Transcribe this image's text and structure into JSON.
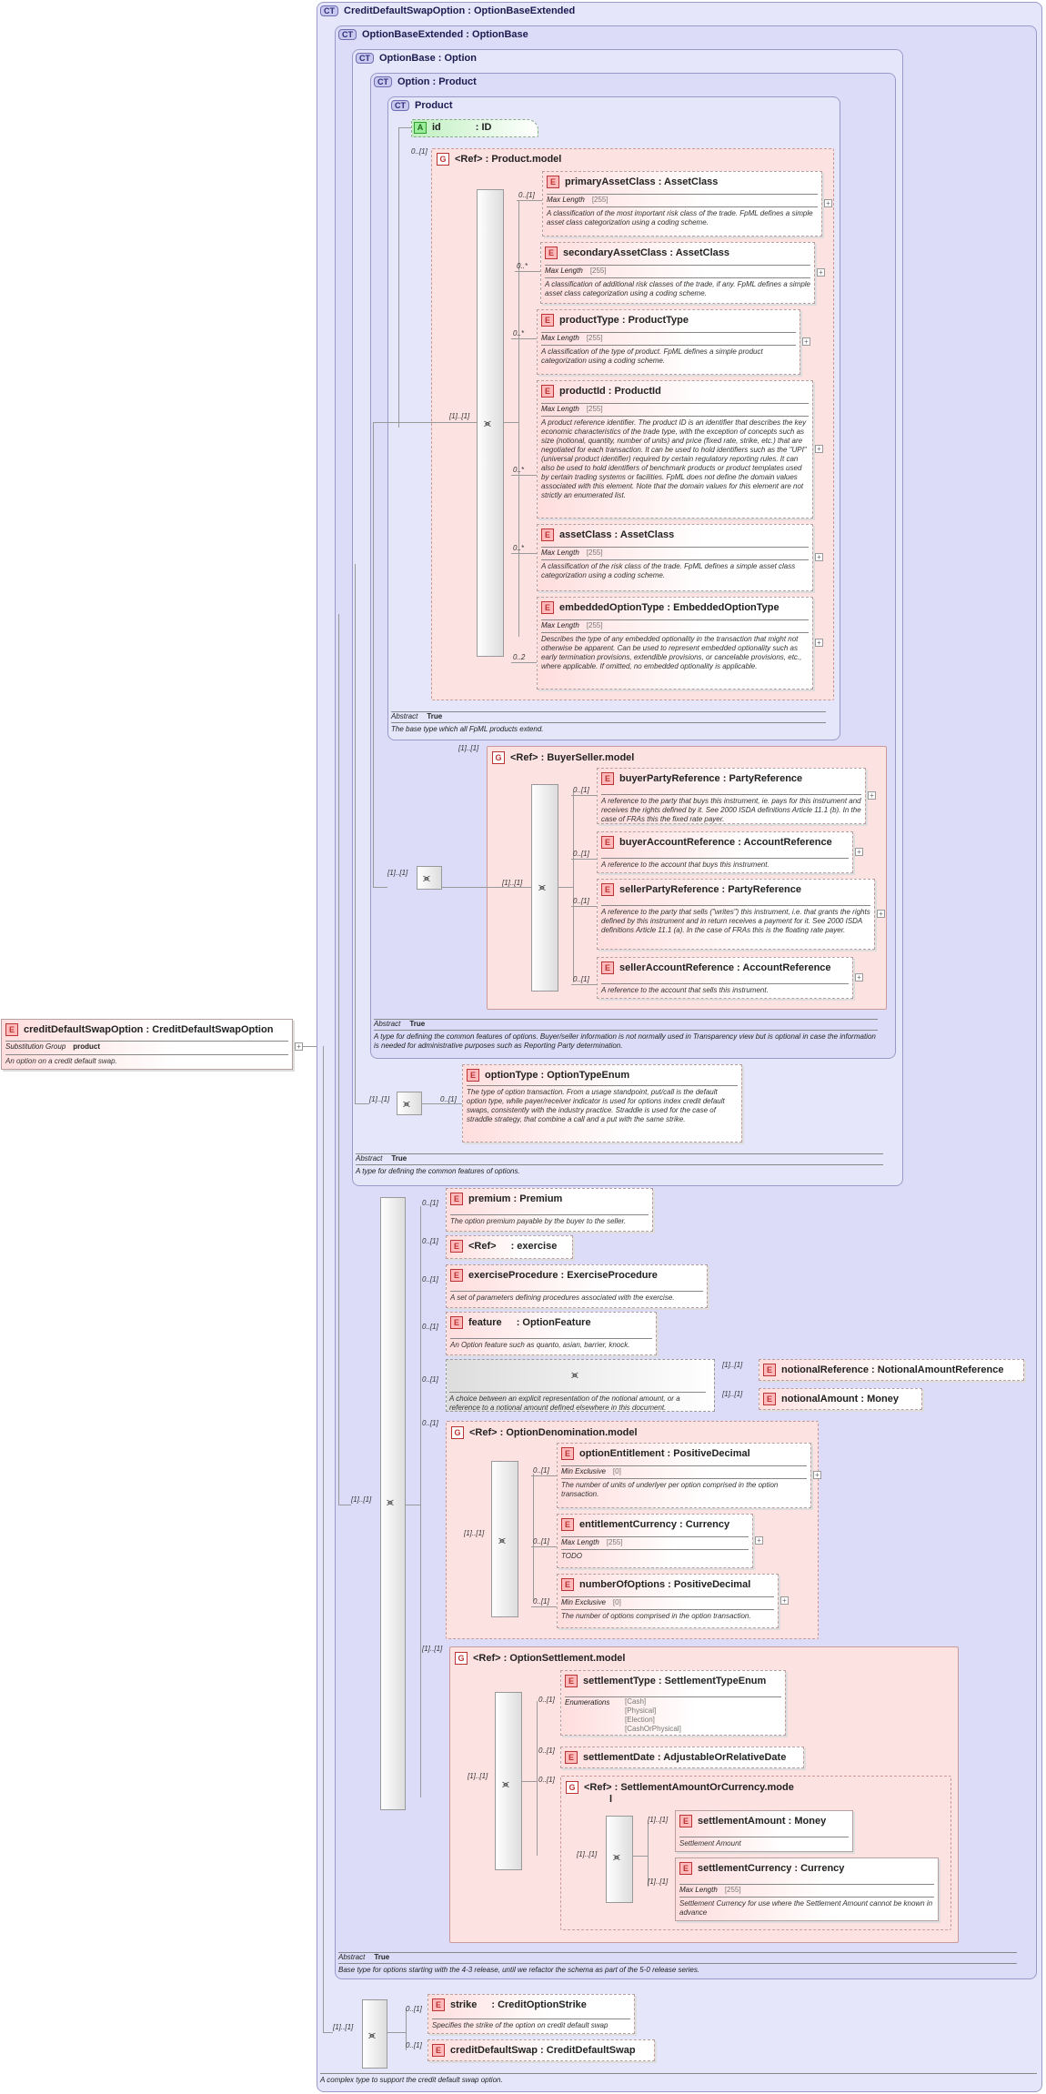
{
  "root": {
    "name": "creditDefaultSwapOption",
    "type": "CreditDefaultSwapOption",
    "prop": "Substitution Group",
    "prop_val": "product",
    "desc": "An option on a credit default swap."
  },
  "ct1": {
    "badge": "CT",
    "title": "CreditDefaultSwapOption : OptionBaseExtended",
    "desc": "A complex type to support the credit default swap option."
  },
  "ct2": {
    "badge": "CT",
    "title": "OptionBaseExtended : OptionBase",
    "abstract_label": "Abstract",
    "abstract_val": "True",
    "desc": "Base type for options starting with the 4-3 release, until we refactor the schema as part of the 5-0 release series."
  },
  "ct3": {
    "badge": "CT",
    "title": "OptionBase : Option",
    "abstract_label": "Abstract",
    "abstract_val": "True",
    "desc": "A type for defining the common features of options."
  },
  "ct4": {
    "badge": "CT",
    "title": "Option    : Product",
    "abstract_label": "Abstract",
    "abstract_val": "True",
    "desc": "A type for defining the common features of options. Buyer/seller information is not normally used in Transparency view but is optional in case the information is needed for administrative purposes such as Reporting Party determination."
  },
  "ct5": {
    "badge": "CT",
    "title": "Product",
    "abstract_label": "Abstract",
    "abstract_val": "True",
    "desc": "The base type which all FpML products extend."
  },
  "attr_id": {
    "badge": "A",
    "name": "id",
    "type": ": ID"
  },
  "badges": {
    "element": "E",
    "group": "G"
  },
  "occ": {
    "o01": "0..[1]",
    "o0n": "0..*",
    "o02": "0..2",
    "o11": "[1]..[1]",
    "o1": "[1]..[1]"
  },
  "product_model": {
    "title": "<Ref>     : Product.model",
    "items": [
      {
        "name": "primaryAssetClass",
        "type": "AssetClass",
        "prop": "Max Length",
        "val": "[255]",
        "desc": "A classification of the most important risk class of the trade. FpML defines a simple asset class categorization using a coding scheme."
      },
      {
        "name": "secondaryAssetClass",
        "type": "AssetClass",
        "prop": "Max Length",
        "val": "[255]",
        "desc": "A classification of additional risk classes of the trade, if any. FpML defines a simple asset class categorization using a coding scheme."
      },
      {
        "name": "productType",
        "type": "ProductType",
        "prop": "Max Length",
        "val": "[255]",
        "desc": "A classification of the type of product. FpML defines a simple product categorization using a coding scheme."
      },
      {
        "name": "productId",
        "type": "ProductId",
        "prop": "Max Length",
        "val": "[255]",
        "desc": "A product reference identifier. The product ID is an identifier that describes the key economic characteristics of the trade type, with the exception of concepts such as size (notional, quantity, number of units) and price (fixed rate, strike, etc.) that are negotiated for each transaction. It can be used to hold identifiers such as the \"UPI\" (universal product identifier) required by certain regulatory reporting rules. It can also be used to hold identifiers of benchmark products or product templates used by certain trading systems or facilities. FpML does not define the domain values associated with this element. Note that the domain values for this element are not strictly an enumerated list."
      },
      {
        "name": "assetClass",
        "type": "AssetClass",
        "prop": "Max Length",
        "val": "[255]",
        "desc": "A classification of the risk class of the trade. FpML defines a simple asset class categorization using a coding scheme."
      },
      {
        "name": "embeddedOptionType",
        "type": "EmbeddedOptionType",
        "prop": "Max Length",
        "val": "[255]",
        "desc": "Describes the type of any embedded optionality in the transaction that might not otherwise be apparent. Can be used to represent embedded optionality such as early termination provisions, extendible provisions, or cancelable provisions, etc., where applicable. If omitted, no embedded optionality is applicable."
      }
    ]
  },
  "buyer_model": {
    "title": "<Ref>     : BuyerSeller.model",
    "items": [
      {
        "name": "buyerPartyReference",
        "type": "PartyReference",
        "desc": "A reference to the party that buys this instrument, ie. pays for this instrument and receives the rights defined by it. See 2000 ISDA definitions Article 11.1 (b). In the case of FRAs this the fixed rate payer."
      },
      {
        "name": "buyerAccountReference",
        "type": "AccountReference",
        "desc": "A reference to the account that buys this instrument."
      },
      {
        "name": "sellerPartyReference",
        "type": "PartyReference",
        "desc": "A reference to the party that sells (\"writes\") this instrument, i.e. that grants the rights defined by this instrument and in return receives a payment for it. See 2000 ISDA definitions Article 11.1 (a). In the case of FRAs this is the floating rate payer."
      },
      {
        "name": "sellerAccountReference",
        "type": "AccountReference",
        "desc": "A reference to the account that sells this instrument."
      }
    ]
  },
  "optionType": {
    "name": "optionType",
    "type": "OptionTypeEnum",
    "desc": "The type of option transaction. From a usage standpoint, put/call is the default option type, while payer/receiver indicator is used for options index credit default swaps, consistently with the industry practice. Straddle is used for the case of straddle strategy, that combine a call and a put with the same strike."
  },
  "premium": {
    "name": "premium",
    "type": "Premium",
    "desc": "The option premium payable by the buyer to the seller."
  },
  "exercise": {
    "name": "<Ref>",
    "type": ": exercise"
  },
  "exerciseProcedure": {
    "name": "exerciseProcedure",
    "type": "ExerciseProcedure",
    "desc": "A set of parameters defining procedures associated with the exercise."
  },
  "feature": {
    "name": "feature",
    "type": ": OptionFeature",
    "desc": "An Option feature such as quanto, asian, barrier, knock."
  },
  "choice": {
    "desc": "A choice between an explicit representation of the notional amount, or a reference to a notional amount defined elsewhere in this document.",
    "a": "notionalReference",
    "a_type": "NotionalAmountReference",
    "b": "notionalAmount",
    "b_type": "Money"
  },
  "denom_model": {
    "title": "<Ref>     : OptionDenomination.model",
    "items": [
      {
        "name": "optionEntitlement",
        "type": "PositiveDecimal",
        "prop": "Min Exclusive",
        "val": "[0]",
        "desc": "The number of units of underlyer per option comprised in the option transaction."
      },
      {
        "name": "entitlementCurrency",
        "type": "Currency",
        "prop": "Max Length",
        "val": "[255]",
        "desc": "TODO"
      },
      {
        "name": "numberOfOptions",
        "type": "PositiveDecimal",
        "prop": "Min Exclusive",
        "val": "[0]",
        "desc": "The number of options comprised in the option transaction."
      }
    ]
  },
  "settle_model": {
    "title": "<Ref>     : OptionSettlement.model",
    "settlementType": {
      "name": "settlementType",
      "type": "SettlementTypeEnum",
      "prop": "Enumerations",
      "vals": [
        "[Cash]",
        "[Physical]",
        "[Election]",
        "[CashOrPhysical]"
      ]
    },
    "settlementDate": {
      "name": "settlementDate",
      "type": "AdjustableOrRelativeDate"
    },
    "amtcur": {
      "title_a": "<Ref>     : SettlementAmountOrCurrency.mode",
      "title_b": "l"
    },
    "settlementAmount": {
      "name": "settlementAmount",
      "type": "Money",
      "desc": "Settlement Amount"
    },
    "settlementCurrency": {
      "name": "settlementCurrency",
      "type": "Currency",
      "prop": "Max Length",
      "val": "[255]",
      "desc": "Settlement Currency for use where the Settlement Amount cannot be known in advance"
    }
  },
  "strike": {
    "name": "strike",
    "type": ": CreditOptionStrike",
    "desc": "Specifies the strike of the option on credit default swap"
  },
  "cds": {
    "name": "creditDefaultSwap",
    "type": "CreditDefaultSwap"
  }
}
